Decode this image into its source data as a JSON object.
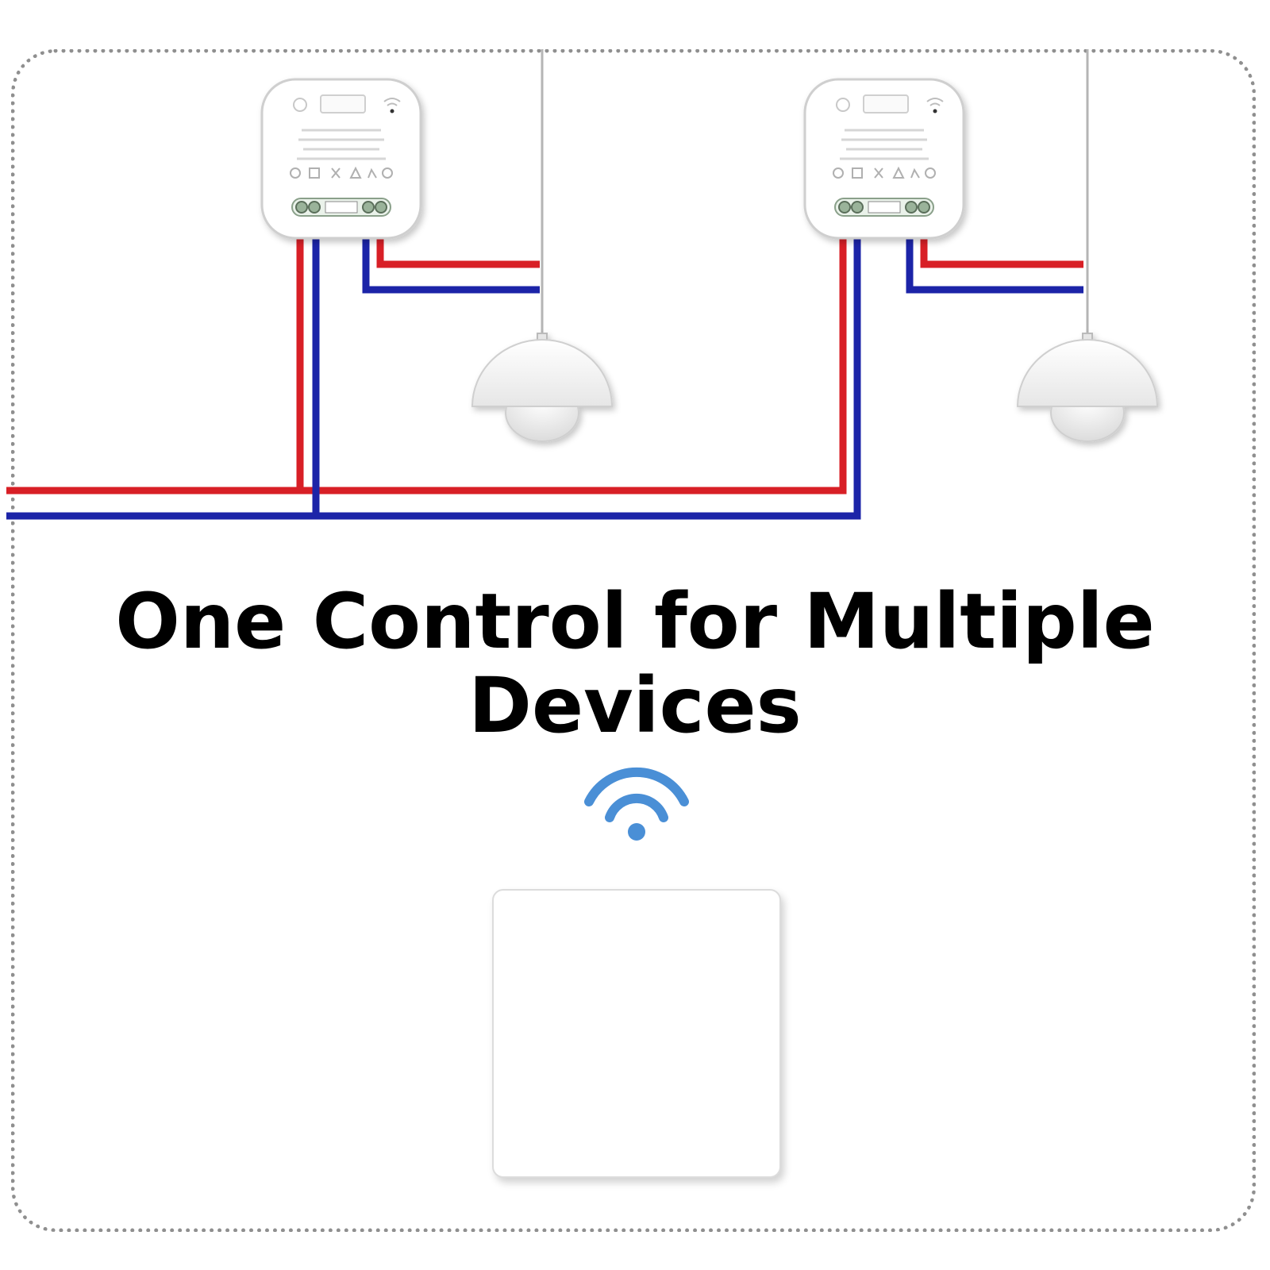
{
  "headline": {
    "line1": "One Control for Multiple",
    "line2": "Devices"
  },
  "colors": {
    "live_wire": "#d81f26",
    "neutral_wire": "#1c24a8",
    "wifi": "#4a8fd6",
    "frame": "#8f8f8f"
  },
  "icons": [
    "wifi-icon",
    "relay-module",
    "pendant-lamp",
    "wall-switch-panel"
  ]
}
